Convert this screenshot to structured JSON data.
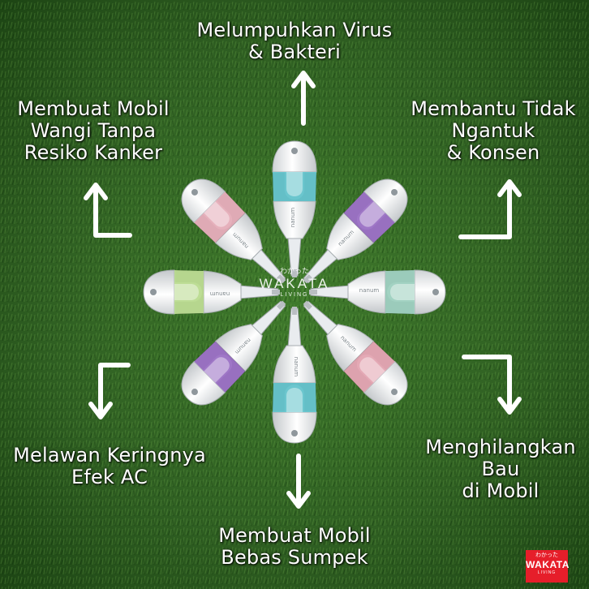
{
  "captions": {
    "top": [
      "Melumpuhkan Virus",
      "& Bakteri"
    ],
    "top_left": [
      "Membuat Mobil",
      "Wangi Tanpa",
      "Resiko Kanker"
    ],
    "top_right": [
      "Membantu Tidak",
      "Ngantuk",
      "& Konsen"
    ],
    "bottom_left": [
      "Melawan Keringnya",
      "Efek AC"
    ],
    "bottom_right": [
      "Menghilangkan",
      "Bau",
      "di Mobil"
    ],
    "bottom": [
      "Membuat Mobil",
      "Bebas Sumpek"
    ]
  },
  "center_watermark": {
    "kana": "わかった",
    "name": "WAKATA",
    "sub": "LIVING"
  },
  "logo": {
    "kana": "わかった",
    "name": "WAKATA",
    "sub": "LIVING",
    "color": "#e61e2a"
  },
  "product_brand": "nanum",
  "devices": [
    {
      "direction": "top",
      "color": "#6ccfd8"
    },
    {
      "direction": "top-right",
      "color": "#a57ad0"
    },
    {
      "direction": "right",
      "color": "#a8dccb"
    },
    {
      "direction": "bottom-right",
      "color": "#f0b0bd"
    },
    {
      "direction": "bottom",
      "color": "#6ccfd8"
    },
    {
      "direction": "bottom-left",
      "color": "#a57ad0"
    },
    {
      "direction": "left",
      "color": "#c5e89a"
    },
    {
      "direction": "top-left",
      "color": "#f2b8c4"
    }
  ],
  "colors": {
    "grass_dark": "#1d4514",
    "grass_light": "#3f7a2c",
    "text": "#ffffff"
  }
}
